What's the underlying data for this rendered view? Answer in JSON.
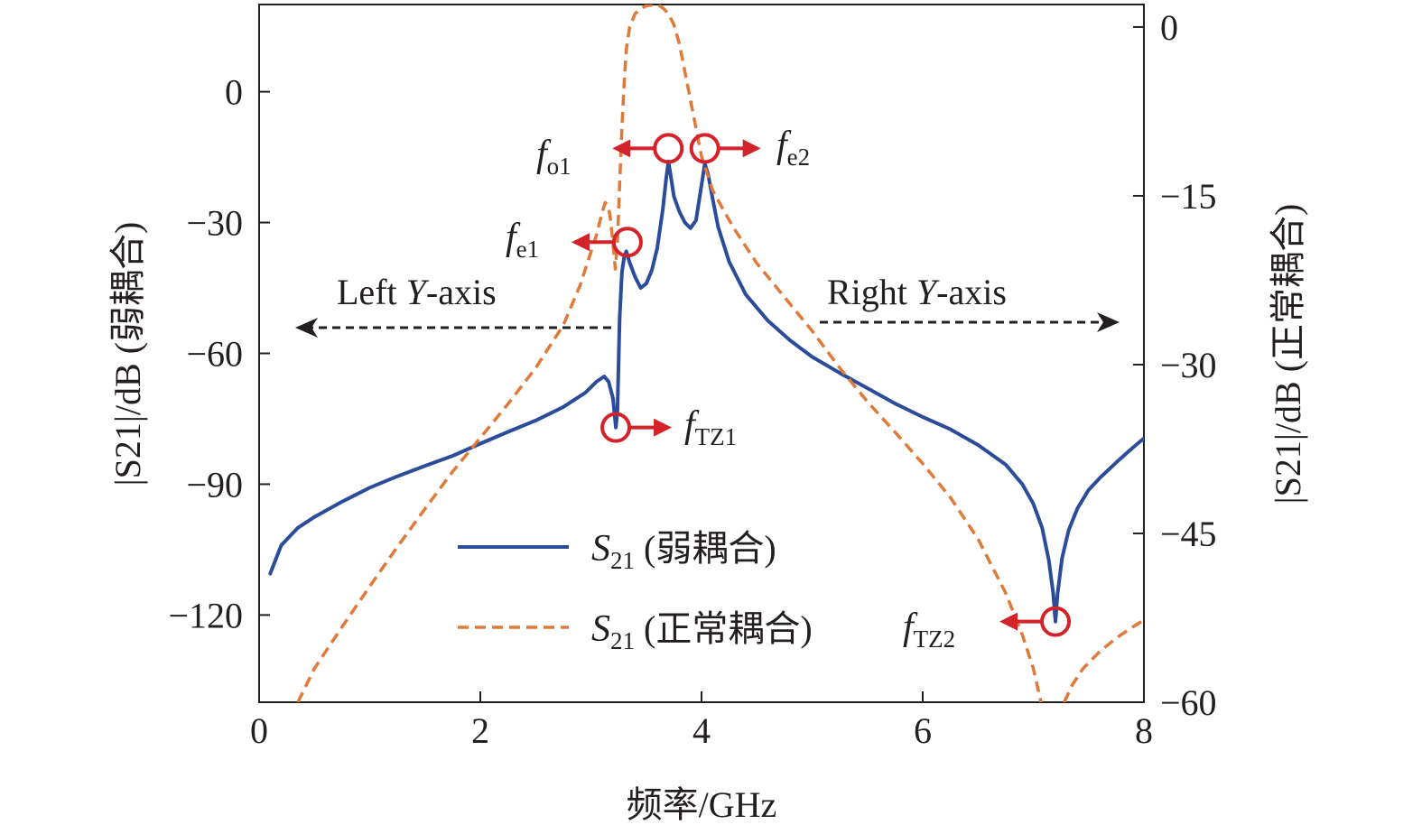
{
  "chart_data": {
    "type": "line",
    "xlabel": "频率/GHz",
    "ylabel_left": "|S21|/dB (弱耦合)",
    "ylabel_right": "|S21|/dB (正常耦合)",
    "xlim": [
      0,
      8
    ],
    "ylim_left": [
      -140,
      20
    ],
    "ylim_right": [
      -60,
      2
    ],
    "x_ticks": [
      "0",
      "2",
      "4",
      "6",
      "8"
    ],
    "y_ticks_left": [
      "0",
      "−30",
      "−60",
      "−90",
      "−120"
    ],
    "y_ticks_right": [
      "0",
      "−15",
      "−30",
      "−45",
      "−60"
    ],
    "grid": false,
    "legend_position": "bottom-center",
    "series": [
      {
        "name": "S21 (弱耦合)",
        "axis": "left",
        "color": "#2b4b9b",
        "style": "solid",
        "points": [
          [
            0.1,
            -110.5
          ],
          [
            0.2,
            -104
          ],
          [
            0.35,
            -100
          ],
          [
            0.5,
            -97.5
          ],
          [
            0.75,
            -94
          ],
          [
            1.0,
            -90.8
          ],
          [
            1.25,
            -88.2
          ],
          [
            1.5,
            -85.8
          ],
          [
            1.75,
            -83.5
          ],
          [
            2.0,
            -80.7
          ],
          [
            2.25,
            -78
          ],
          [
            2.5,
            -75.4
          ],
          [
            2.75,
            -72.3
          ],
          [
            2.95,
            -69
          ],
          [
            3.05,
            -66.5
          ],
          [
            3.12,
            -65.3
          ],
          [
            3.16,
            -66.5
          ],
          [
            3.2,
            -70.4
          ],
          [
            3.225,
            -77
          ],
          [
            3.24,
            -73
          ],
          [
            3.26,
            -52
          ],
          [
            3.28,
            -41.5
          ],
          [
            3.3,
            -38
          ],
          [
            3.32,
            -36.6
          ],
          [
            3.35,
            -39.2
          ],
          [
            3.4,
            -42.5
          ],
          [
            3.45,
            -45
          ],
          [
            3.5,
            -44
          ],
          [
            3.55,
            -41
          ],
          [
            3.6,
            -35.8
          ],
          [
            3.65,
            -27
          ],
          [
            3.68,
            -20
          ],
          [
            3.7,
            -16
          ],
          [
            3.72,
            -19
          ],
          [
            3.75,
            -24
          ],
          [
            3.8,
            -27.5
          ],
          [
            3.85,
            -30
          ],
          [
            3.9,
            -31.3
          ],
          [
            3.95,
            -29.5
          ],
          [
            3.99,
            -23
          ],
          [
            4.03,
            -16.5
          ],
          [
            4.06,
            -19
          ],
          [
            4.1,
            -24.5
          ],
          [
            4.15,
            -31
          ],
          [
            4.25,
            -39
          ],
          [
            4.4,
            -46.5
          ],
          [
            4.6,
            -52.5
          ],
          [
            4.8,
            -57
          ],
          [
            5.0,
            -60.8
          ],
          [
            5.25,
            -64.5
          ],
          [
            5.5,
            -68
          ],
          [
            5.75,
            -71.5
          ],
          [
            6.0,
            -74.6
          ],
          [
            6.25,
            -77.4
          ],
          [
            6.5,
            -81
          ],
          [
            6.75,
            -85.5
          ],
          [
            6.9,
            -90
          ],
          [
            7.0,
            -94.5
          ],
          [
            7.08,
            -100
          ],
          [
            7.14,
            -107.5
          ],
          [
            7.18,
            -115
          ],
          [
            7.2,
            -121.5
          ],
          [
            7.22,
            -115
          ],
          [
            7.26,
            -107
          ],
          [
            7.32,
            -100.5
          ],
          [
            7.4,
            -95.5
          ],
          [
            7.5,
            -91.3
          ],
          [
            7.6,
            -88.6
          ],
          [
            7.75,
            -85
          ],
          [
            7.9,
            -81.6
          ],
          [
            8.0,
            -79.5
          ]
        ]
      },
      {
        "name": "S21 (正常耦合)",
        "axis": "right",
        "color": "#df7a3a",
        "style": "dashed",
        "points": [
          [
            0.35,
            -60
          ],
          [
            0.5,
            -57
          ],
          [
            0.75,
            -53.3
          ],
          [
            1.0,
            -49.7
          ],
          [
            1.25,
            -46.2
          ],
          [
            1.5,
            -42.8
          ],
          [
            1.75,
            -39.5
          ],
          [
            2.0,
            -36.5
          ],
          [
            2.25,
            -33.5
          ],
          [
            2.5,
            -30.3
          ],
          [
            2.75,
            -26.5
          ],
          [
            2.9,
            -23
          ],
          [
            3.0,
            -20
          ],
          [
            3.05,
            -18.5
          ],
          [
            3.1,
            -16.5
          ],
          [
            3.13,
            -15.6
          ],
          [
            3.16,
            -16
          ],
          [
            3.18,
            -17.3
          ],
          [
            3.2,
            -19.3
          ],
          [
            3.22,
            -21.5
          ],
          [
            3.24,
            -19
          ],
          [
            3.26,
            -14
          ],
          [
            3.28,
            -9
          ],
          [
            3.3,
            -5
          ],
          [
            3.32,
            -2
          ],
          [
            3.35,
            0
          ],
          [
            3.4,
            1.2
          ],
          [
            3.45,
            1.6
          ],
          [
            3.5,
            1.9
          ],
          [
            3.6,
            2.0
          ],
          [
            3.65,
            1.7
          ],
          [
            3.7,
            1.2
          ],
          [
            3.75,
            0.2
          ],
          [
            3.8,
            -1.5
          ],
          [
            3.85,
            -4
          ],
          [
            3.9,
            -6.5
          ],
          [
            3.95,
            -9
          ],
          [
            4.0,
            -11.5
          ],
          [
            4.05,
            -13
          ],
          [
            4.1,
            -14.5
          ],
          [
            4.2,
            -16.3
          ],
          [
            4.3,
            -18
          ],
          [
            4.5,
            -21
          ],
          [
            4.75,
            -24
          ],
          [
            5.0,
            -27
          ],
          [
            5.25,
            -30.3
          ],
          [
            5.5,
            -33.3
          ],
          [
            5.75,
            -36
          ],
          [
            6.0,
            -38.8
          ],
          [
            6.25,
            -41.8
          ],
          [
            6.5,
            -45.5
          ],
          [
            6.75,
            -50.3
          ],
          [
            6.9,
            -54
          ],
          [
            7.0,
            -57
          ],
          [
            7.07,
            -60
          ]
        ]
      },
      {
        "name": "",
        "axis": "right",
        "color": "#df7a3a",
        "style": "dashed",
        "points": [
          [
            7.28,
            -60
          ],
          [
            7.35,
            -58.5
          ],
          [
            7.45,
            -57
          ],
          [
            7.6,
            -55.5
          ],
          [
            7.75,
            -54.3
          ],
          [
            7.9,
            -53.3
          ],
          [
            8.0,
            -52.7
          ]
        ]
      }
    ],
    "markers": [
      {
        "label_base": "f",
        "label_sub": "e1",
        "x": 3.33,
        "y": -34.5,
        "axis": "left",
        "arrow": "left"
      },
      {
        "label_base": "f",
        "label_sub": "o1",
        "x": 3.7,
        "y": -13,
        "axis": "left",
        "arrow": "left"
      },
      {
        "label_base": "f",
        "label_sub": "e2",
        "x": 4.03,
        "y": -13,
        "axis": "left",
        "arrow": "right"
      },
      {
        "label_base": "f",
        "label_sub": "TZ1",
        "x": 3.225,
        "y": -77,
        "axis": "left",
        "arrow": "right"
      },
      {
        "label_base": "f",
        "label_sub": "TZ2",
        "x": 7.2,
        "y": -121.5,
        "axis": "left",
        "arrow": "left"
      }
    ],
    "annotations": {
      "left_axis_text": "Left Y-axis",
      "right_axis_text": "Right Y-axis",
      "left_text_parts": [
        "Left ",
        "Y",
        "-axis"
      ],
      "right_text_parts": [
        "Right ",
        "Y",
        "-axis"
      ]
    },
    "legend": [
      {
        "base": "S",
        "sub": "21",
        "suffix": " (弱耦合)",
        "style": "solid"
      },
      {
        "base": "S",
        "sub": "21",
        "suffix": " (正常耦合)",
        "style": "dashed"
      }
    ],
    "colors": {
      "weak": "#2b4b9b",
      "normal": "#df7a3a",
      "marker": "#d3222a",
      "axis": "#231f20",
      "arrow": "#231f20"
    }
  }
}
